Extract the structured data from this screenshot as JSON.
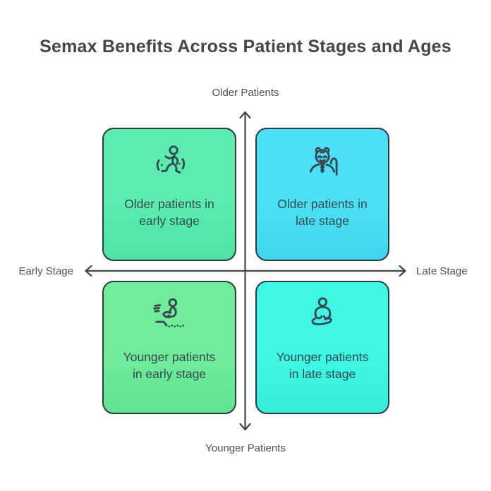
{
  "title": "Semax Benefits Across Patient Stages and Ages",
  "axes": {
    "top_label": "Older Patients",
    "bottom_label": "Younger Patients",
    "left_label": "Early Stage",
    "right_label": "Late Stage"
  },
  "quadrants": [
    {
      "position": "top-left",
      "line1": "Older patients in",
      "line2": "early stage",
      "icon": "runner-icon",
      "color_top": "#5cecb0",
      "color_bottom": "#4ee2a5"
    },
    {
      "position": "top-right",
      "line1": "Older patients in",
      "line2": "late stage",
      "icon": "elderly-man-icon",
      "color_top": "#4de0f5",
      "color_bottom": "#41d6ee"
    },
    {
      "position": "bottom-left",
      "line1": "Younger patients",
      "line2": "in early stage",
      "icon": "long-jumper-icon",
      "color_top": "#70ec9b",
      "color_bottom": "#62e290"
    },
    {
      "position": "bottom-right",
      "line1": "Younger patients",
      "line2": "in late stage",
      "icon": "meditating-person-icon",
      "color_top": "#3ef7e4",
      "color_bottom": "#34eeda"
    }
  ],
  "colors": {
    "background": "#ffffff",
    "title_text": "#41474d",
    "axis_label_text": "#4d5358",
    "quadrant_text": "#35484f",
    "quadrant_border": "#2e3a40",
    "icon_stroke": "#37474f",
    "arrow_color": "#3a4750"
  }
}
